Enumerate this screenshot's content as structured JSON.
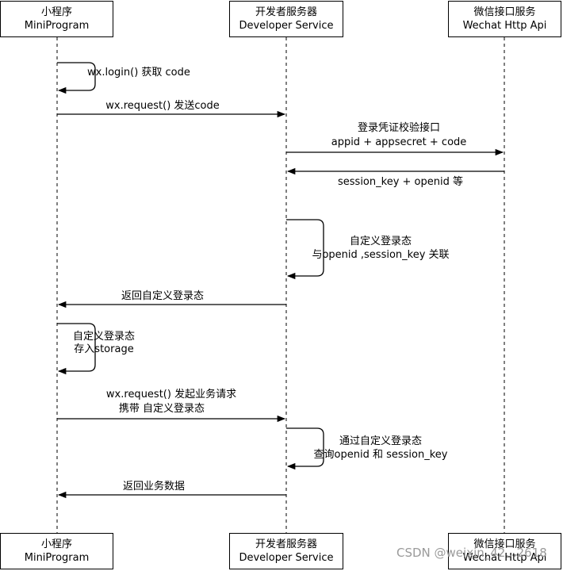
{
  "participants": [
    {
      "cn": "小程序",
      "en": "MiniProgram"
    },
    {
      "cn": "开发者服务器",
      "en": "Developer Service"
    },
    {
      "cn": "微信接口服务",
      "en": "Wechat Http Api"
    }
  ],
  "messages": {
    "login": "wx.login() 获取 code",
    "request_code": "wx.request() 发送code",
    "verify_line1": "登录凭证校验接口",
    "verify_line2": "appid + appsecret + code",
    "session_return": "session_key + openid 等",
    "custom_line1": "自定义登录态",
    "custom_line2": "与openid ,session_key 关联",
    "return_custom": "返回自定义登录态",
    "store_line1": "自定义登录态",
    "store_line2": "存入storage",
    "biz_line1": "wx.request() 发起业务请求",
    "biz_line2": "携带 自定义登录态",
    "query_line1": "通过自定义登录态",
    "query_line2": "查询openid 和 session_key",
    "return_biz": "返回业务数据"
  },
  "watermark": "CSDN @weixin_42...2618"
}
